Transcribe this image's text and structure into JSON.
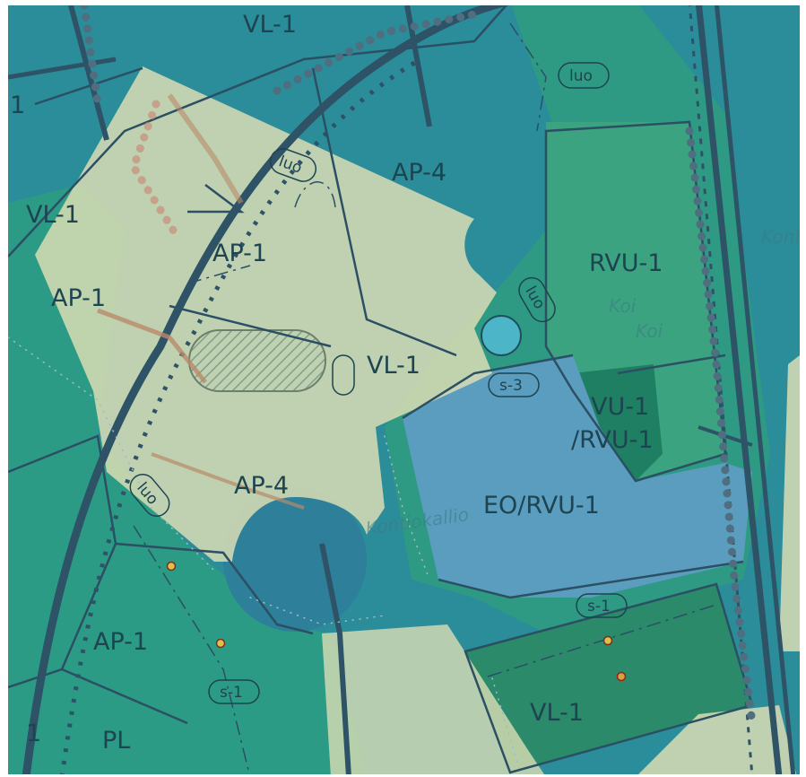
{
  "map": {
    "zone_labels": [
      "VL-1",
      "AP-4",
      "AP-1",
      "VL-1",
      "AP-1",
      "RVU-1",
      "VL-1",
      "VU-1",
      "/RVU-1",
      "AP-4",
      "EO/RVU-1",
      "AP-1",
      "VL-1",
      "PL",
      "1",
      "1"
    ],
    "tags": [
      "luo",
      "luo",
      "luo",
      "luo",
      "s-3",
      "s-1",
      "s-1"
    ],
    "map_text": [
      "Konti",
      "Koi",
      "Koi",
      "Kontiokallio"
    ],
    "colors": {
      "base_teal": "#2b8c9a",
      "dark_green": "#1e8a6e",
      "mid_green": "#3ba37f",
      "blue_zone": "#5b9dbf",
      "overlay_beige": "#d9ddb4",
      "line_dark": "#2b4f63"
    },
    "icons": [
      "survey-point-icon"
    ]
  }
}
